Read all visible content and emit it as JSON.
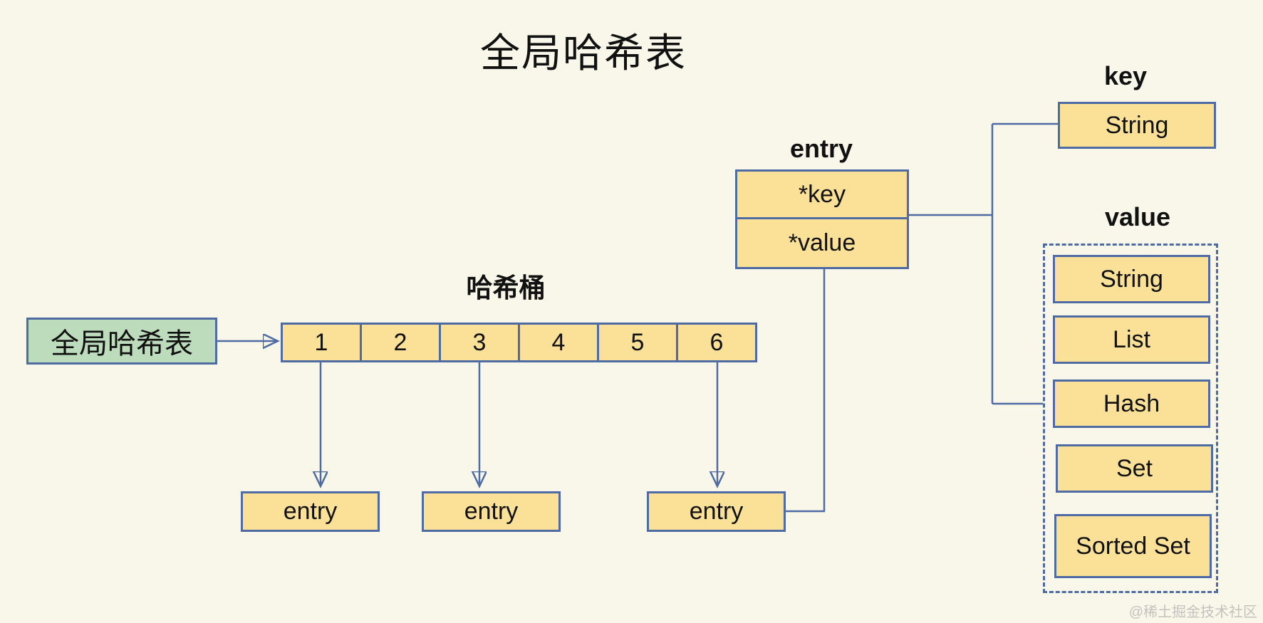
{
  "page": {
    "title": "全局哈希表"
  },
  "colors": {
    "background": "#F9F7E9",
    "node_fill": "#FAE197",
    "node_border": "#4E6CA3",
    "connector": "#4E6CA3",
    "root_fill": "#BDDCBB",
    "text": "#111111",
    "watermark_text_color": "#C3C2BD"
  },
  "diagram": {
    "root": {
      "label": "全局哈希表"
    },
    "bucket": {
      "title": "哈希桶",
      "cells": [
        "1",
        "2",
        "3",
        "4",
        "5",
        "6"
      ]
    },
    "entry_nodes": [
      {
        "label": "entry"
      },
      {
        "label": "entry"
      },
      {
        "label": "entry"
      }
    ],
    "entry_struct": {
      "title": "entry",
      "fields": [
        "*key",
        "*value"
      ]
    },
    "key_group": {
      "title": "key",
      "types": [
        "String"
      ]
    },
    "value_group": {
      "title": "value",
      "types": [
        "String",
        "List",
        "Hash",
        "Set",
        "Sorted Set"
      ]
    }
  },
  "watermark": {
    "label": "@稀土掘金技术社区"
  }
}
